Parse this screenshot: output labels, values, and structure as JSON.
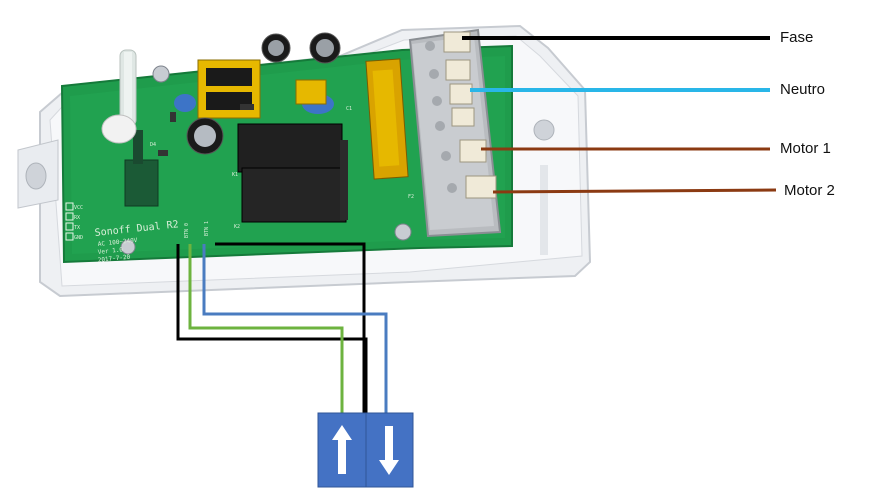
{
  "labels": {
    "fase": "Fase",
    "neutro": "Neutro",
    "motor1": "Motor 1",
    "motor2": "Motor 2"
  },
  "pcb": {
    "title": "Sonoff Dual R2",
    "spec": "AC 100~240V",
    "version": "Ver 1.0",
    "date": "2017-7-20",
    "header_pins": [
      "VCC",
      "RX",
      "TX",
      "GND"
    ],
    "button_pins": [
      "BTN 0",
      "BTN 1"
    ],
    "refs": [
      "K1",
      "K2",
      "C1",
      "D4",
      "F2"
    ]
  },
  "colors": {
    "fase": "#000000",
    "neutro": "#29b6e8",
    "motor": "#8b3a12",
    "switch_black": "#000000",
    "switch_green": "#6db33f",
    "switch_blue": "#4a7cc0",
    "switch_box": "#4472c4"
  },
  "icons": {
    "switch_left": "arrow-up-icon",
    "switch_right": "arrow-down-icon"
  }
}
